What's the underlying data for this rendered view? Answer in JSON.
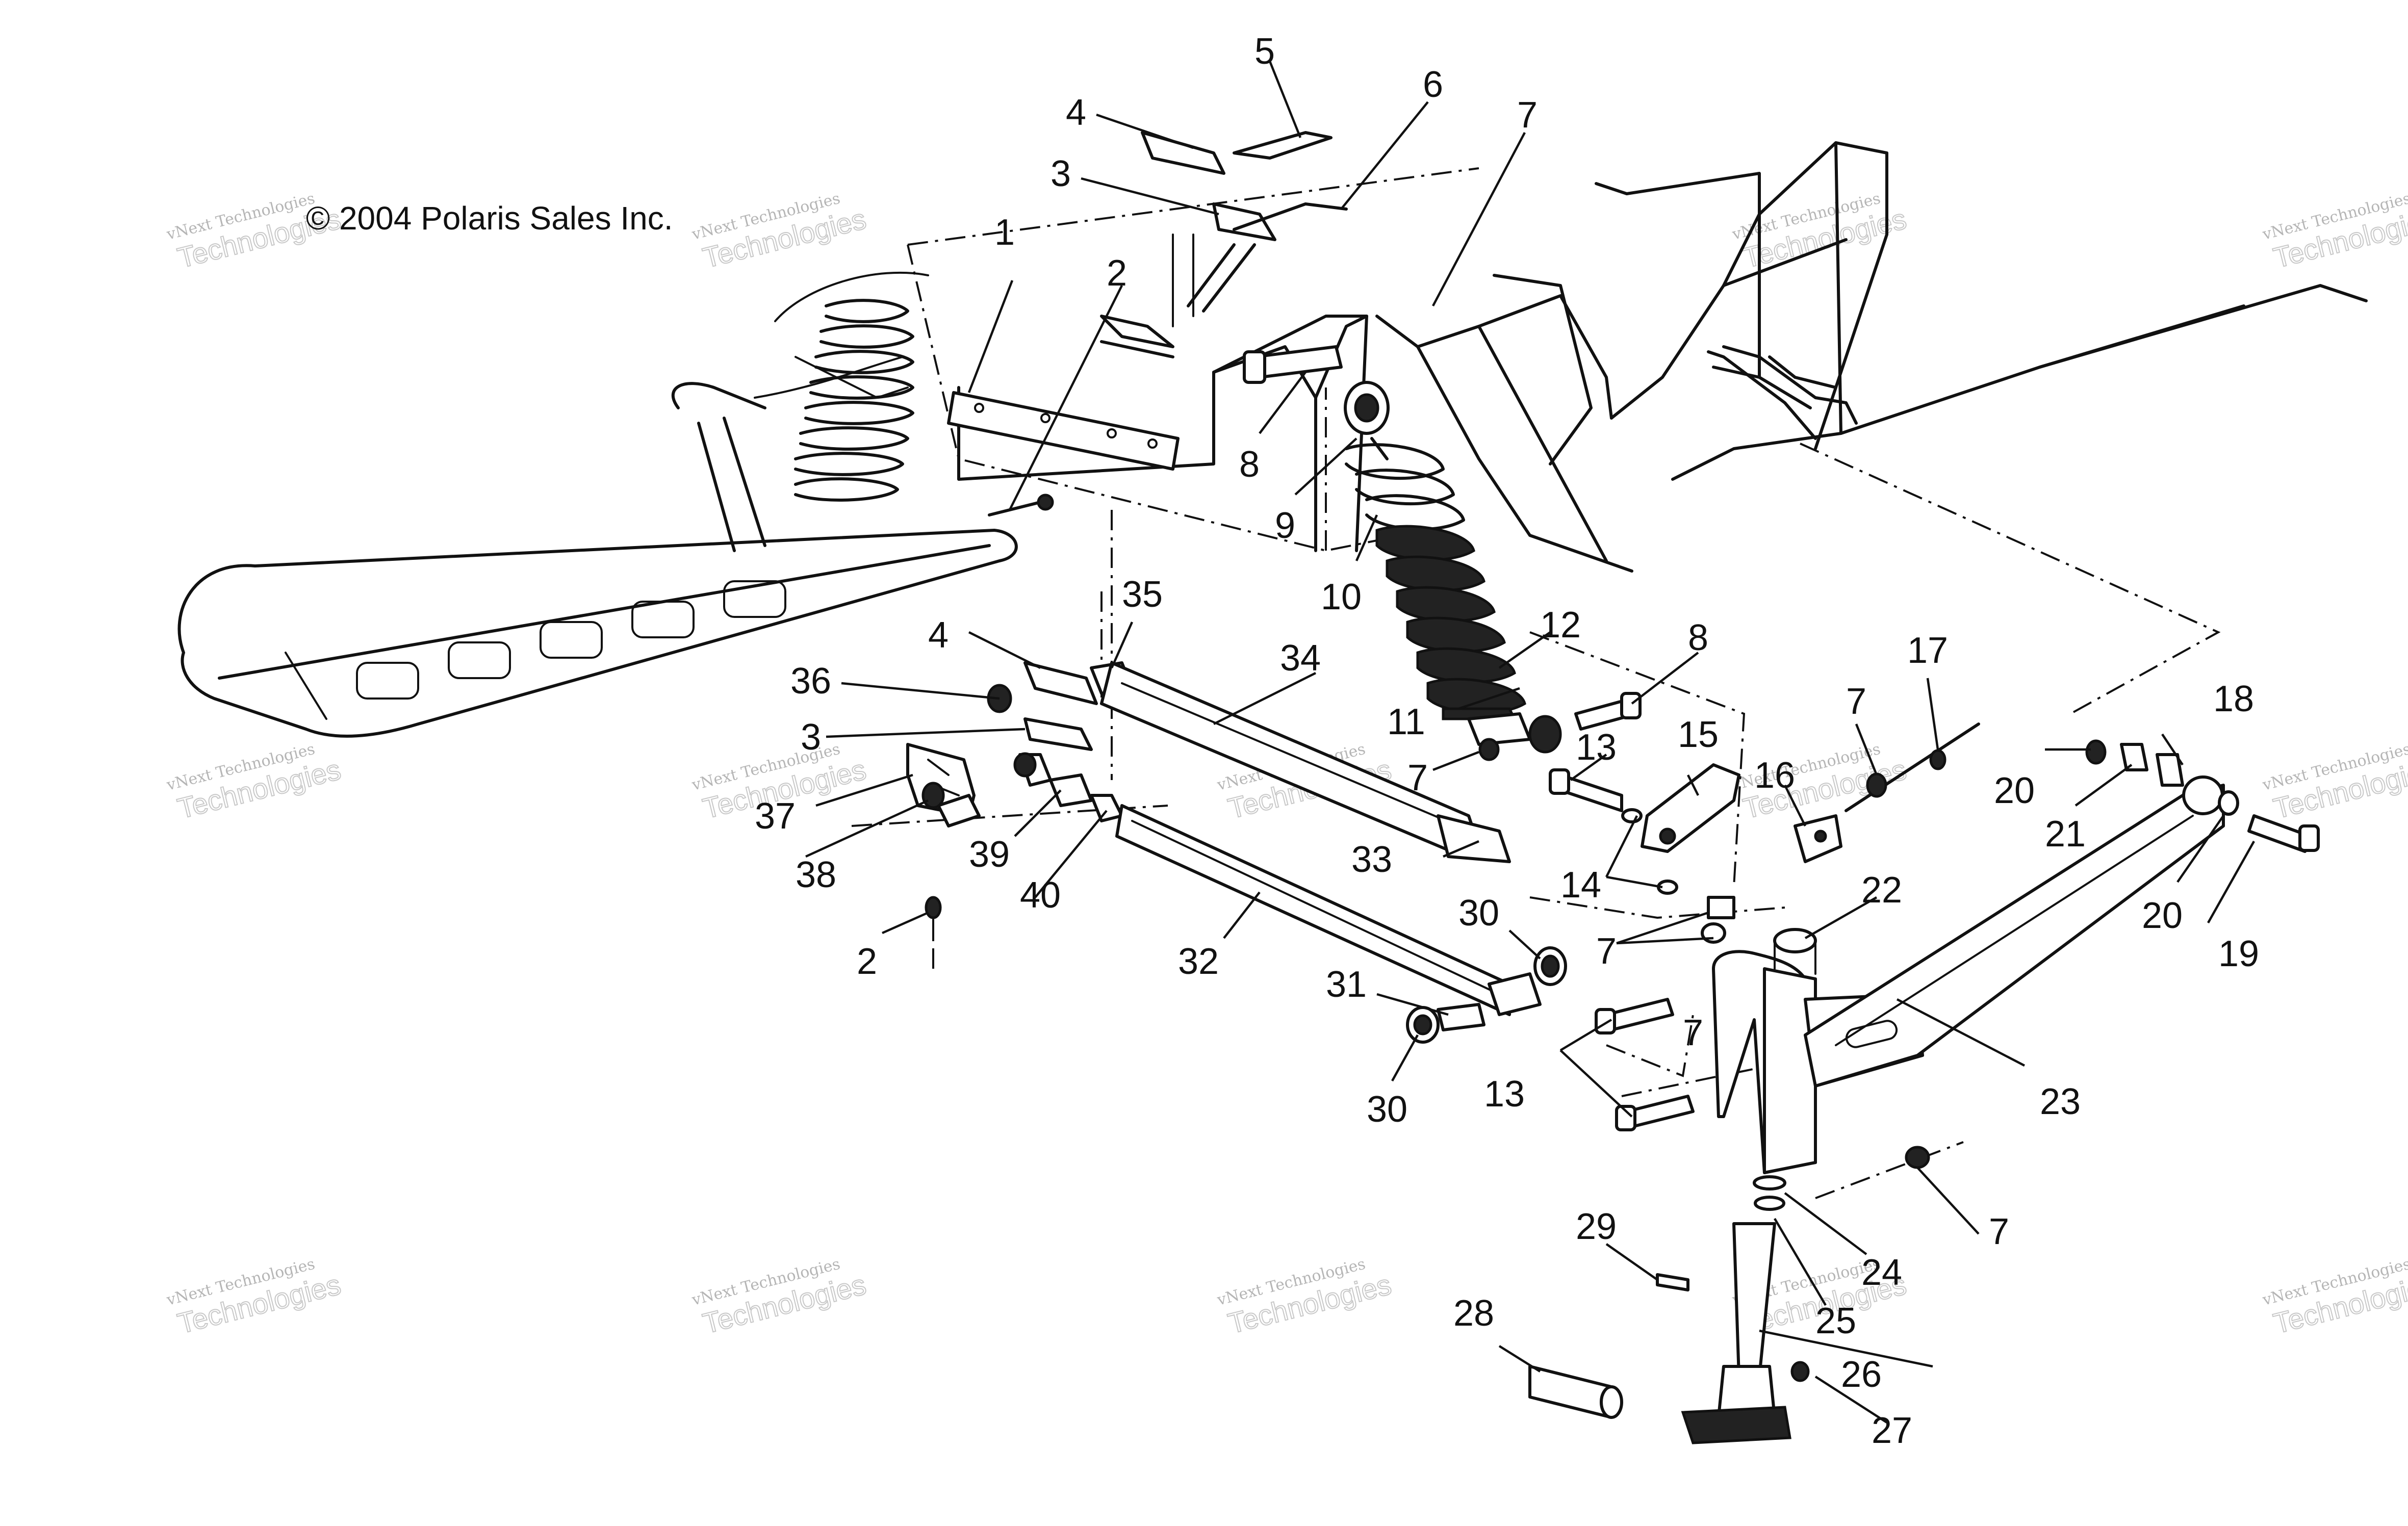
{
  "copyright": "© 2004 Polaris Sales Inc.",
  "watermark": {
    "line1": "vNext Technologies",
    "line2": "vNext",
    "line3": "Technologies"
  },
  "callouts": [
    "1",
    "2",
    "2",
    "3",
    "3",
    "4",
    "4",
    "5",
    "6",
    "7",
    "7",
    "7",
    "7",
    "7",
    "7",
    "8",
    "8",
    "9",
    "10",
    "11",
    "12",
    "13",
    "13",
    "14",
    "15",
    "16",
    "17",
    "18",
    "19",
    "20",
    "20",
    "21",
    "22",
    "23",
    "24",
    "25",
    "26",
    "27",
    "28",
    "29",
    "30",
    "30",
    "31",
    "32",
    "33",
    "34",
    "35",
    "36",
    "37",
    "38",
    "39",
    "40"
  ],
  "colors": {
    "ink": "#111111",
    "watermark": "#b5b5b5",
    "background": "#ffffff"
  }
}
